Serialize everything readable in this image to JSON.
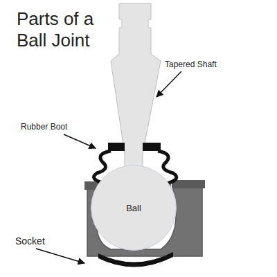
{
  "diagram": {
    "title": "Parts of a Ball Joint",
    "nodes": [
      {
        "text": [
          "Ball"
        ]
      }
    ],
    "labels": [
      "Tapered Shaft",
      "Rubber Boot",
      "Socket"
    ]
  }
}
